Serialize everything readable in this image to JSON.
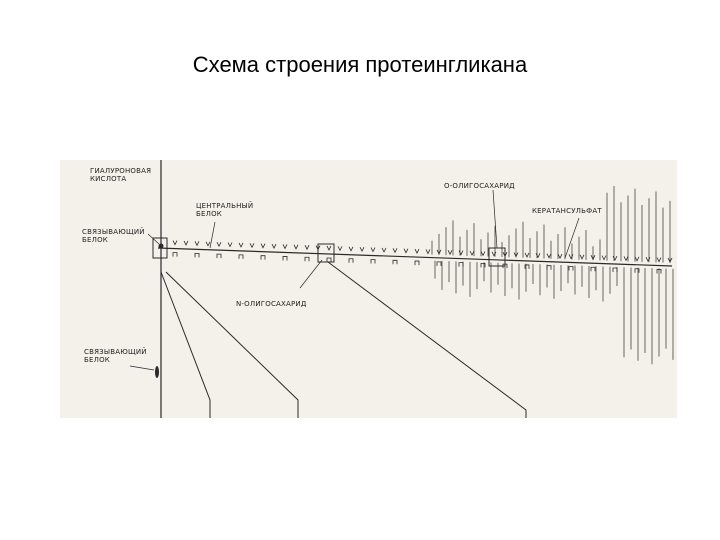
{
  "title": "Схема строения протеингликана",
  "labels": {
    "hyaluronic_line1": "ГИАЛУРОНОВАЯ",
    "hyaluronic_line2": "КИСЛОТА",
    "link_top_line1": "СВЯЗЫВАЮЩИЙ",
    "link_top_line2": "БЕЛОК",
    "core_line1": "ЦЕНТРАЛЬНЫЙ",
    "core_line2": "БЕЛОК",
    "n_oligo": "N-ОЛИГОСАХАРИД",
    "o_oligo": "О-ОЛИГОСАХАРИД",
    "keratan": "КЕРАТАНСУЛЬФАТ",
    "link_bottom_line1": "СВЯЗЫВАЮЩИЙ",
    "link_bottom_line2": "БЕЛОК"
  },
  "colors": {
    "ink": "#2a2a2a",
    "paper": "#f3f1ea"
  }
}
